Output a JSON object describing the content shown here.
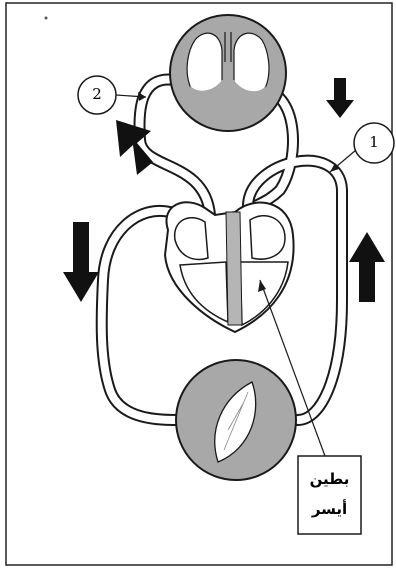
{
  "labels": {
    "callout_1": "1",
    "callout_2": "2",
    "annotation_line1": "بطين",
    "annotation_line2": "أيسر"
  },
  "colors": {
    "organ_fill": "#a8a8a8",
    "heart_fill": "#b5b5b5",
    "stroke": "#1a1a1a",
    "arrow": "#111111",
    "frame": "#222222"
  },
  "icons": {
    "arrows": [
      "arrow-down-icon",
      "arrow-up-icon",
      "arrow-down-icon",
      "arrow-up-icon"
    ]
  }
}
